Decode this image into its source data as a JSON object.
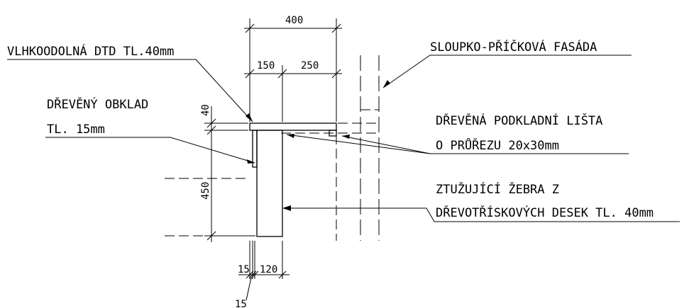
{
  "labels": {
    "board": "VLHKOODOLNÁ DTD TL.40mm",
    "facade": "SLOUPKO-PŘÍČKOVÁ FASÁDA",
    "cladding_line1": "DŘEVĚNÝ OBKLAD",
    "cladding_line2": "TL. 15mm",
    "batten_line1": "DŘEVĚNÁ PODKLADNÍ LIŠTA",
    "batten_line2": "O PRŮŘEZU 20x30mm",
    "rib_line1": "ZTUŽUJÍCÍ ŽEBRA Z",
    "rib_line2": "DŘEVOTŘÍSKOVÝCH DESEK TL. 40mm"
  },
  "dimensions": {
    "total_width": "400",
    "left_width": "150",
    "right_width": "250",
    "board_thickness": "40",
    "height": "450",
    "cladding_thickness": "15",
    "rib_width": "120",
    "cladding_callout": "15"
  }
}
